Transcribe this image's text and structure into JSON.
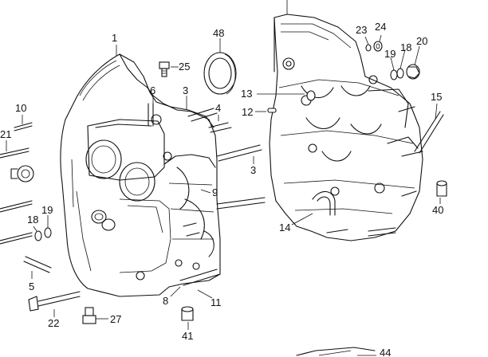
{
  "callouts": [
    {
      "id": "c1",
      "text": "1"
    },
    {
      "id": "c48",
      "text": "48"
    },
    {
      "id": "c25",
      "text": "25"
    },
    {
      "id": "c6",
      "text": "6"
    },
    {
      "id": "c3a",
      "text": "3"
    },
    {
      "id": "c4",
      "text": "4"
    },
    {
      "id": "c10",
      "text": "10"
    },
    {
      "id": "c21",
      "text": "21"
    },
    {
      "id": "c3b",
      "text": "3"
    },
    {
      "id": "c9",
      "text": "9"
    },
    {
      "id": "c18a",
      "text": "18"
    },
    {
      "id": "c19a",
      "text": "19"
    },
    {
      "id": "c5",
      "text": "5"
    },
    {
      "id": "c22",
      "text": "22"
    },
    {
      "id": "c27",
      "text": "27"
    },
    {
      "id": "c8",
      "text": "8"
    },
    {
      "id": "c11",
      "text": "11"
    },
    {
      "id": "c41",
      "text": "41"
    },
    {
      "id": "c13",
      "text": "13"
    },
    {
      "id": "c12",
      "text": "12"
    },
    {
      "id": "c14",
      "text": "14"
    },
    {
      "id": "c23",
      "text": "23"
    },
    {
      "id": "c24",
      "text": "24"
    },
    {
      "id": "c19b",
      "text": "19"
    },
    {
      "id": "c18b",
      "text": "18"
    },
    {
      "id": "c20",
      "text": "20"
    },
    {
      "id": "c15",
      "text": "15"
    },
    {
      "id": "c40",
      "text": "40"
    },
    {
      "id": "c44",
      "text": "44"
    }
  ]
}
